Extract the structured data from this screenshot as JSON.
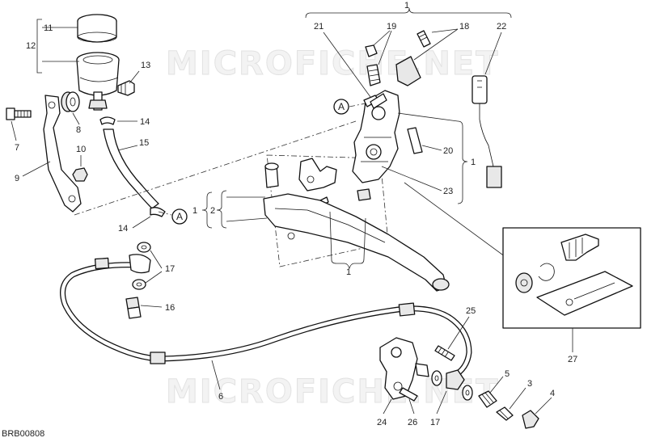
{
  "diagram": {
    "ref_code": "BRB00808",
    "watermark": [
      "MICROFICHE.NET",
      "MICROFICHE.NET"
    ],
    "callouts": {
      "c1_top": "1",
      "c21": "21",
      "c19": "19",
      "c18": "18",
      "c22": "22",
      "c11": "11",
      "c12": "12",
      "c13": "13",
      "c7": "7",
      "c8": "8",
      "c14_a": "14",
      "c15": "15",
      "c10": "10",
      "c9": "9",
      "c20": "20",
      "c1_right": "1",
      "c23": "23",
      "c1_left": "1",
      "c2": "2",
      "c14_b": "14",
      "c17_a": "17",
      "c16": "16",
      "c1_bottom": "1",
      "c6": "6",
      "c25": "25",
      "c5": "5",
      "c3": "3",
      "c4": "4",
      "c24": "24",
      "c26": "26",
      "c17_b": "17",
      "c27": "27"
    },
    "ref_marks": {
      "a_top": "A",
      "a_left": "A"
    },
    "kit_box": {
      "label": "27"
    }
  }
}
